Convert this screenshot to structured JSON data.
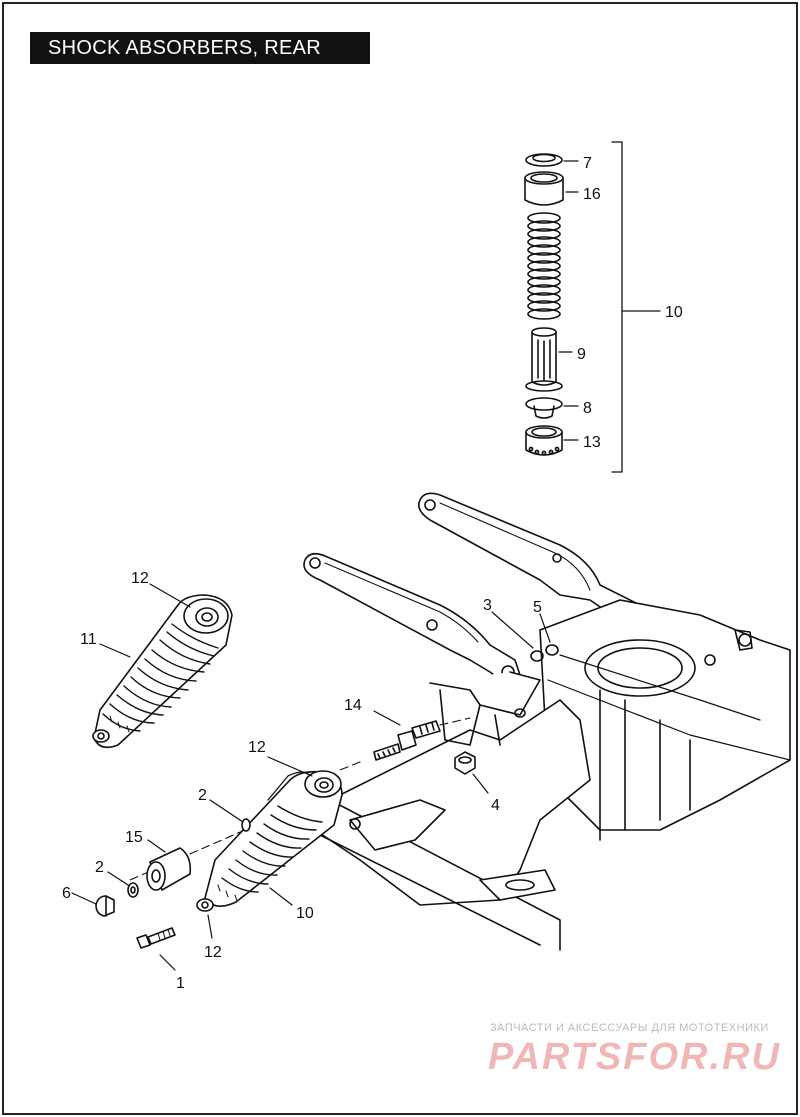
{
  "title": "SHOCK ABSORBERS, REAR",
  "callouts": {
    "c7": "7",
    "c16": "16",
    "c10_group": "10",
    "c9": "9",
    "c8": "8",
    "c13": "13",
    "c3": "3",
    "c5": "5",
    "c12_top": "12",
    "c11": "11",
    "c14": "14",
    "c4": "4",
    "c12_mid": "12",
    "c2_upper": "2",
    "c15": "15",
    "c2_lower": "2",
    "c6": "6",
    "c10_lower": "10",
    "c12_bottom": "12",
    "c1": "1"
  },
  "watermark": {
    "line1": "ЗАПЧАСТИ И АКСЕССУАРЫ ДЛЯ МОТОТЕХНИКИ",
    "line2": "PARTSFOR.RU"
  },
  "colors": {
    "ink": "#111111",
    "title_bg": "#111111",
    "title_fg": "#ffffff",
    "watermark_red": "#f0b7b7"
  }
}
